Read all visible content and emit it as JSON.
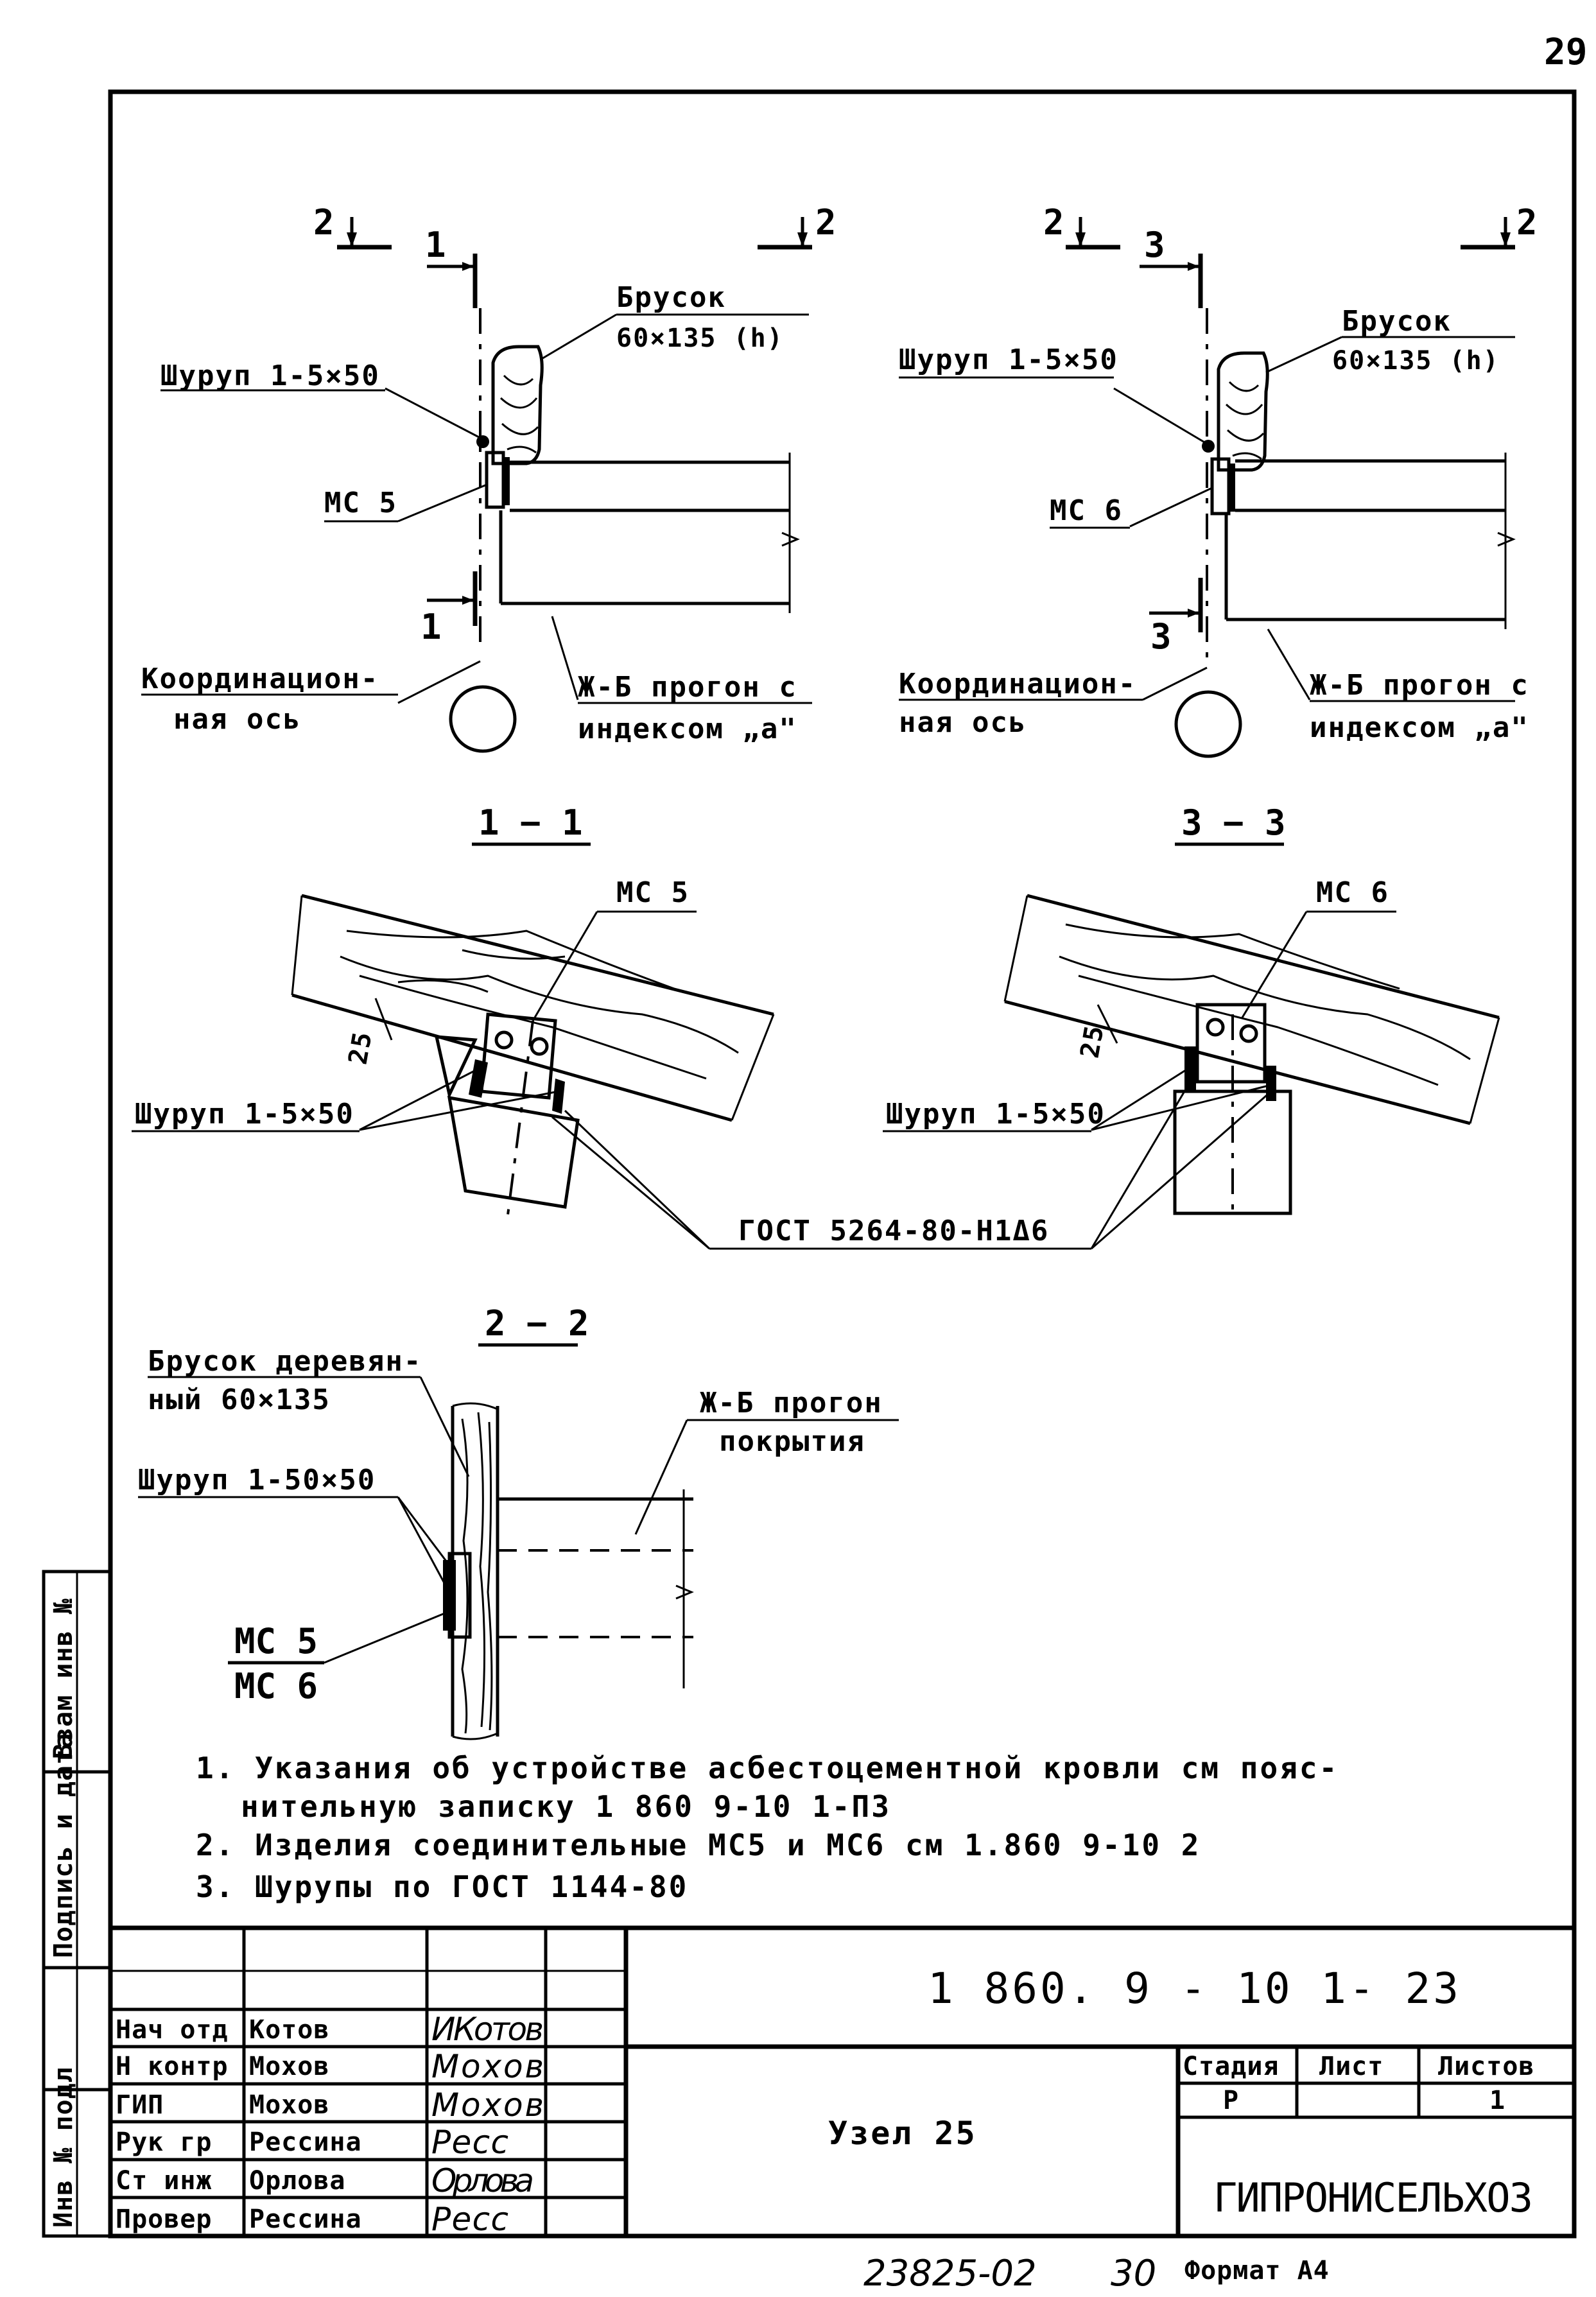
{
  "page_number": "29",
  "view1": {
    "cut_top_left": "2",
    "cut_top_right": "2",
    "cut_side": "1",
    "cut_side_bottom": "1",
    "brusok_title": "Брусок",
    "brusok_size": "60×135 (h)",
    "screw": "Шуруп 1-5×50",
    "part": "МС 5",
    "axis_1": "Координацион-",
    "axis_2": "ная ось",
    "beam_1": "Ж-Б прогон с",
    "beam_2": "индексом „а\""
  },
  "view2": {
    "cut_top_left": "2",
    "cut_top_right": "2",
    "cut_side": "3",
    "cut_side_bottom": "3",
    "brusok_title": "Брусок",
    "brusok_size": "60×135 (h)",
    "screw": "Шуруп 1-5×50",
    "part": "МС 6",
    "axis_1": "Координацион-",
    "axis_2": "ная ось",
    "beam_1": "Ж-Б прогон с",
    "beam_2": "индексом „а\""
  },
  "section_1_1": {
    "title": "1 − 1",
    "part": "МС 5",
    "dim": "25",
    "screw": "Шуруп 1-5×50"
  },
  "section_3_3": {
    "title": "3 − 3",
    "part": "МС 6",
    "dim": "25",
    "screw": "Шуруп 1-5×50"
  },
  "gost_weld": "ГОСТ 5264-80-Н1Δ6",
  "section_2_2": {
    "title": "2 − 2",
    "brusok_1": "Брусок деревян-",
    "brusok_2": "ный 60×135",
    "screw": "Шуруп 1-50×50",
    "beam_1": "Ж-Б прогон",
    "beam_2": "покрытия",
    "part_1": "МС 5",
    "part_2": "МС 6"
  },
  "notes": [
    "1. Указания об устройстве асбестоцементной кровли см пояс-",
    "нительную записку 1 860 9-10 1-П3",
    "2. Изделия соединительные МС5 и МС6 см 1.860 9-10 2",
    "3. Шурупы по ГОСТ 1144-80"
  ],
  "margin_stamp": [
    "Взам инв №",
    "Подпись и дата",
    "Инв № подл"
  ],
  "title_block": {
    "doc_code": "1 860. 9 - 10 1- 23",
    "node_title": "Узел 25",
    "stage_header": "Стадия",
    "sheet_header": "Лист",
    "sheets_header": "Листов",
    "stage": "Р",
    "sheet": "",
    "sheets": "1",
    "organization": "ГИПРОНИСЕЛЬХОЗ",
    "rows": [
      {
        "role": "Нач отд",
        "name": "Котов",
        "signature": "ИКотов"
      },
      {
        "role": "Н контр",
        "name": "Мохов",
        "signature": "Мохов"
      },
      {
        "role": "ГИП",
        "name": "Мохов",
        "signature": "Мохов"
      },
      {
        "role": "Рук гр",
        "name": "Рессина",
        "signature": "Ресс"
      },
      {
        "role": "Ст инж",
        "name": "Орлова",
        "signature": "Орлова"
      },
      {
        "role": "Провер",
        "name": "Рессина",
        "signature": "Ресс"
      }
    ]
  },
  "footer": {
    "inventory": "23825-02",
    "copy": "30",
    "format": "Формат А4"
  }
}
